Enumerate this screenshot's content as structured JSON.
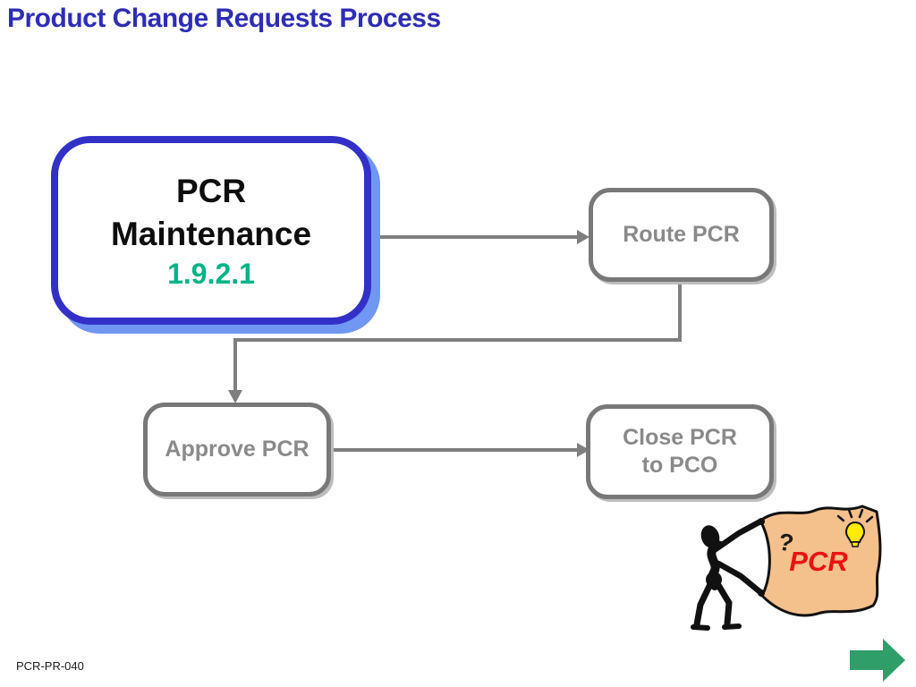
{
  "slide": {
    "title": "Product Change Requests Process",
    "footer_code": "PCR-PR-040"
  },
  "flowchart": {
    "main_node": {
      "title_line1": "PCR",
      "title_line2": "Maintenance",
      "process_id": "1.9.2.1"
    },
    "route_node": {
      "label": "Route PCR"
    },
    "approve_node": {
      "label": "Approve PCR"
    },
    "close_node": {
      "line1": "Close PCR",
      "line2": "to PCO"
    },
    "connections": [
      "PCR Maintenance -> Route PCR",
      "Route PCR -> Approve PCR",
      "Approve PCR -> Close PCR to PCO"
    ]
  },
  "clipart": {
    "banner_text": "PCR",
    "question_mark": "?",
    "icons": [
      "stick-figure",
      "banner",
      "lightbulb-icon"
    ]
  },
  "colors": {
    "title_blue": "#2d2db5",
    "main_border_blue": "#3330c8",
    "main_shadow_blue": "#7097f2",
    "process_id_teal": "#00b487",
    "gray_border": "#787878",
    "gray_text": "#8a8a8a",
    "connector_gray": "#7f7f7f",
    "banner_fill": "#f4c08c",
    "banner_text_red": "#e81313",
    "bulb_yellow": "#ffec00",
    "next_arrow_green": "#2f9e68"
  }
}
